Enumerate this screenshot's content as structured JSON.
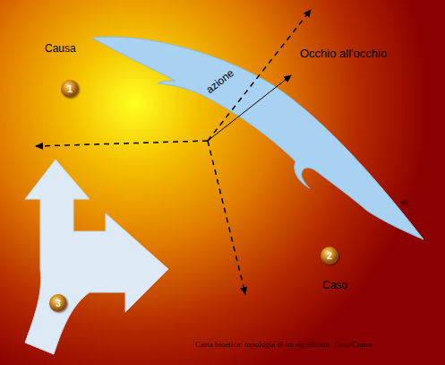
{
  "diagram": {
    "caption": "Carta bioetica: topologia di un significato: Caso/Causa",
    "nodes": [
      {
        "text": [
          "1"
        ]
      },
      {
        "text": [
          "2"
        ]
      },
      {
        "text": [
          "3"
        ]
      }
    ],
    "labels": [
      "Causa",
      "Occhio all'occhio",
      "azione",
      "Caso",
      "x(t)"
    ]
  }
}
